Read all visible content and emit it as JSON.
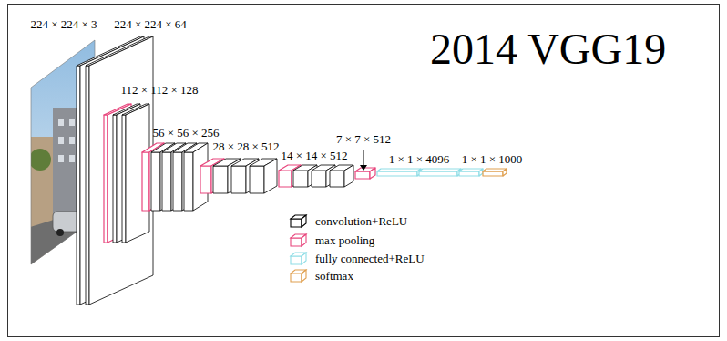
{
  "diagram": {
    "title": "2014 VGG19",
    "labels": [
      "224 × 224 × 3",
      "224 × 224 × 64",
      "112 × 112 × 128",
      "56 × 56 × 256",
      "28 × 28 × 512",
      "14 × 14 × 512",
      "7 × 7 × 512",
      "1 × 1 × 4096",
      "1 × 1 × 1000"
    ],
    "legend": [
      {
        "text": "convolution+ReLU",
        "color": "#000000"
      },
      {
        "text": "max pooling",
        "color": "#e8457c"
      },
      {
        "text": "fully connected+ReLU",
        "color": "#8fdde6"
      },
      {
        "text": "softmax",
        "color": "#e0a050"
      }
    ]
  }
}
